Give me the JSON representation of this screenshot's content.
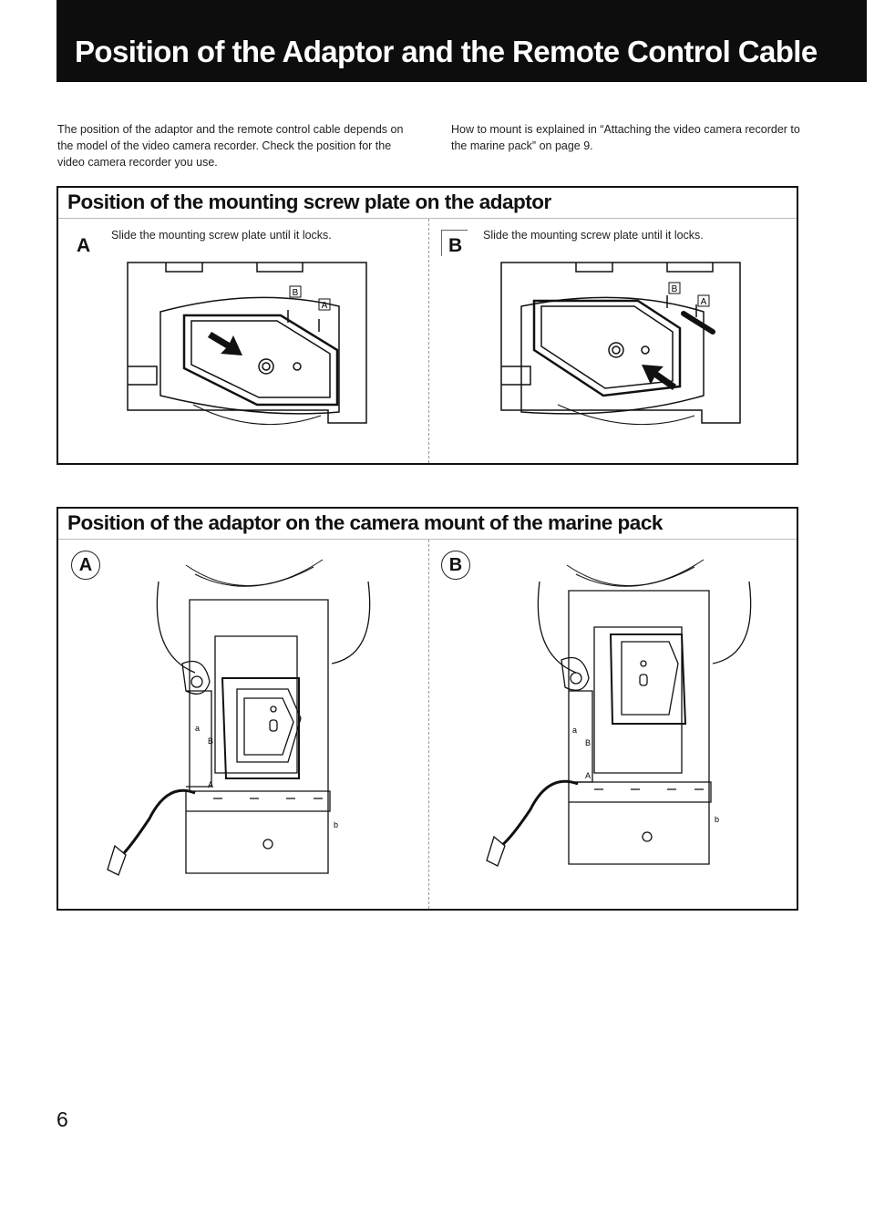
{
  "header": {
    "title": "Position of the Adaptor and the Remote Control Cable"
  },
  "intro": {
    "left": "The position of the adaptor and the remote control cable depends on the model of the video camera recorder.  Check the position for the video camera recorder you use.",
    "right": "How to mount is explained in “Attaching the video camera recorder to the marine pack” on page 9."
  },
  "section1": {
    "title": "Position of the mounting screw plate on the adaptor",
    "a": {
      "letter": "A",
      "caption": "Slide the mounting screw plate until it locks."
    },
    "b": {
      "letter": "B",
      "caption": "Slide the mounting screw plate until it locks."
    },
    "marks": {
      "a": "A",
      "b": "B"
    }
  },
  "section2": {
    "title": "Position of the adaptor on the camera mount of the marine pack",
    "a": {
      "letter": "A"
    },
    "b": {
      "letter": "B"
    },
    "marks": {
      "upper_a": "A",
      "upper_b": "B",
      "lower_a": "a",
      "lower_b": "b"
    }
  },
  "page": {
    "number": "6"
  }
}
